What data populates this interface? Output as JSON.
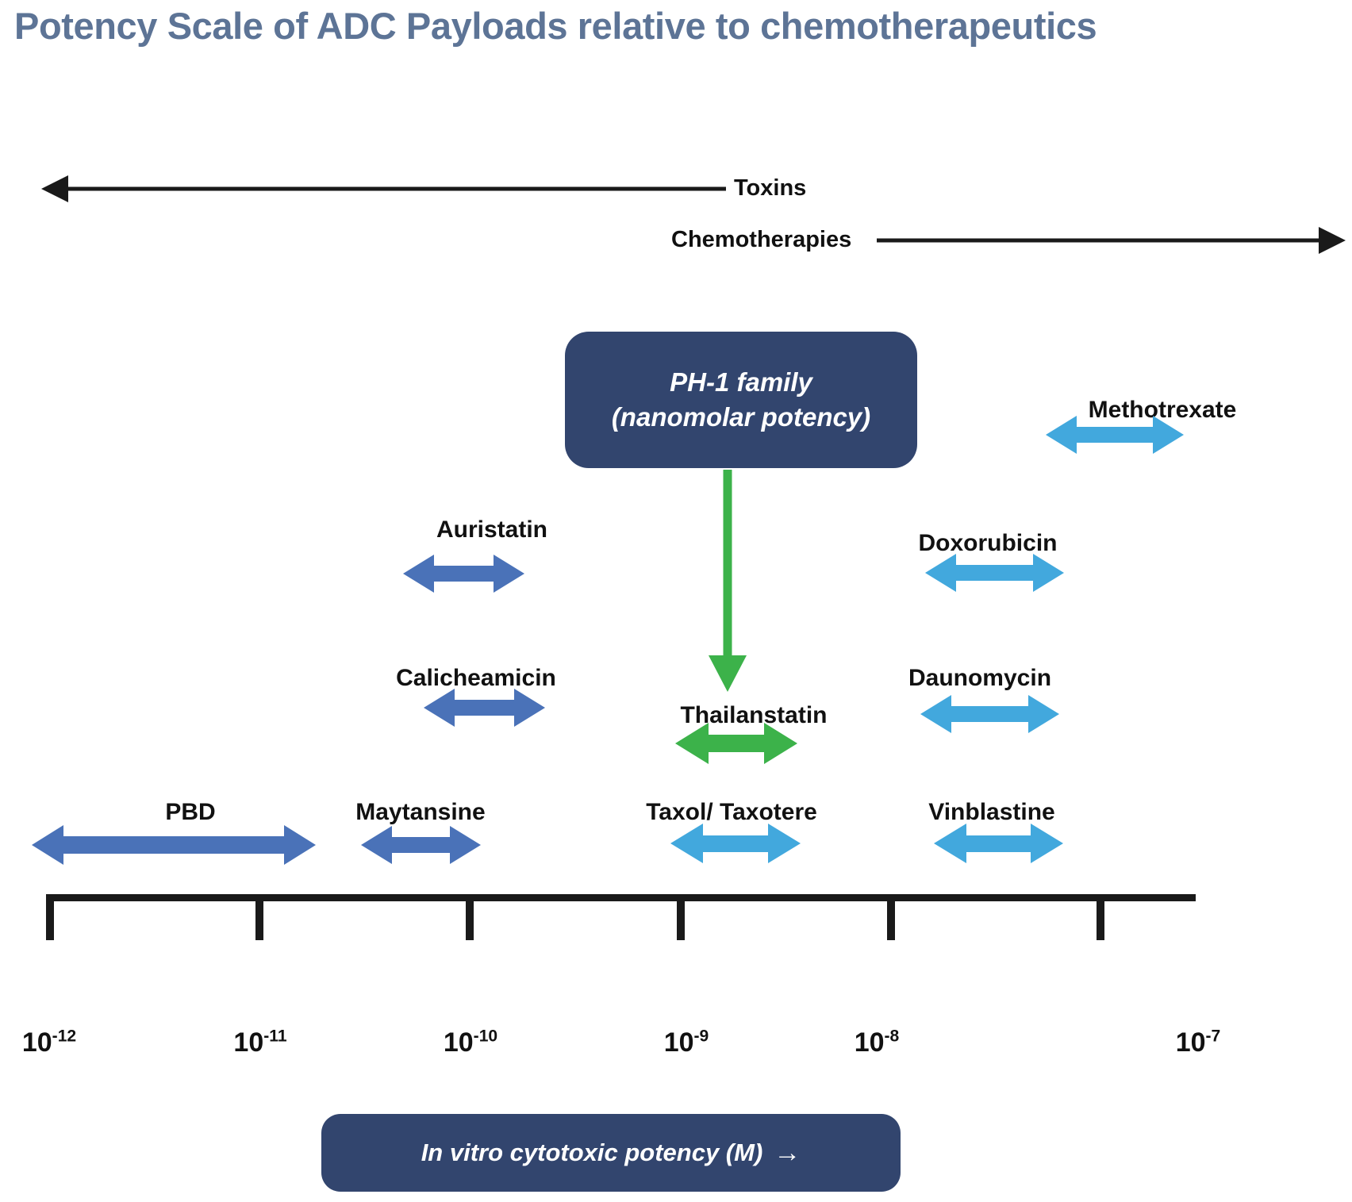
{
  "title": "Potency Scale of ADC Payloads relative to chemotherapeutics",
  "colors": {
    "title": "#5d7496",
    "navy_box": "#32456e",
    "adc_arrow_blue": "#4a72b8",
    "chemo_arrow_blue": "#42a8dd",
    "highlight_green": "#3cb24a",
    "axis_black": "#1a1a1a"
  },
  "header": {
    "toxins_label": "Toxins",
    "chemotherapies_label": "Chemotherapies"
  },
  "highlight_box": {
    "line1": "PH-1 family",
    "line2": "(nanomolar potency)"
  },
  "caption": {
    "text": "In vitro cytotoxic potency (M)",
    "arrow_glyph": "→"
  },
  "axis": {
    "label": "In vitro cytotoxic potency (M)",
    "ticks": [
      {
        "base": "10",
        "exponent": "-12"
      },
      {
        "base": "10",
        "exponent": "-11"
      },
      {
        "base": "10",
        "exponent": "-10"
      },
      {
        "base": "10",
        "exponent": "-9"
      },
      {
        "base": "10",
        "exponent": "-8"
      },
      {
        "base": "10",
        "exponent": "-7"
      }
    ]
  },
  "compounds": [
    {
      "name": "Methotrexate",
      "class": "chemotherapy",
      "color": "#42a8dd"
    },
    {
      "name": "Auristatin",
      "class": "adc-payload",
      "color": "#4a72b8"
    },
    {
      "name": "Doxorubicin",
      "class": "chemotherapy",
      "color": "#42a8dd"
    },
    {
      "name": "Calicheamicin",
      "class": "adc-payload",
      "color": "#4a72b8"
    },
    {
      "name": "Daunomycin",
      "class": "chemotherapy",
      "color": "#42a8dd"
    },
    {
      "name": "Thailanstatin",
      "class": "highlight",
      "color": "#3cb24a"
    },
    {
      "name": "PBD",
      "class": "adc-payload",
      "color": "#4a72b8"
    },
    {
      "name": "Maytansine",
      "class": "adc-payload",
      "color": "#4a72b8"
    },
    {
      "name": "Taxol/ Taxotere",
      "class": "chemotherapy",
      "color": "#42a8dd"
    },
    {
      "name": "Vinblastine",
      "class": "chemotherapy",
      "color": "#42a8dd"
    }
  ],
  "chart_data": {
    "type": "range",
    "title": "Potency Scale of ADC Payloads relative to chemotherapeutics",
    "xlabel": "In vitro cytotoxic potency (M)",
    "ylabel": "",
    "xscale": "log",
    "xlim": [
      1e-12,
      1e-07
    ],
    "xticks": [
      "10^-12",
      "10^-11",
      "10^-10",
      "10^-9",
      "10^-8",
      "10^-7"
    ],
    "grid": false,
    "legend": "none",
    "annotations": [
      "Toxins (arrow pointing left, toward higher potency)",
      "Chemotherapies (arrow pointing right, toward lower potency)",
      "PH-1 family (nanomolar potency) points to Thailanstatin"
    ],
    "series": [
      {
        "name": "PBD",
        "group": "ADC payload",
        "color": "#4a72b8",
        "range": [
          1e-12,
          2.5e-11
        ]
      },
      {
        "name": "Auristatin",
        "group": "ADC payload",
        "color": "#4a72b8",
        "range": [
          8e-11,
          2e-10
        ]
      },
      {
        "name": "Calicheamicin",
        "group": "ADC payload",
        "color": "#4a72b8",
        "range": [
          8e-11,
          2e-10
        ]
      },
      {
        "name": "Maytansine",
        "group": "ADC payload",
        "color": "#4a72b8",
        "range": [
          5.5e-11,
          1.6e-10
        ]
      },
      {
        "name": "Thailanstatin",
        "group": "PH-1 family",
        "color": "#3cb24a",
        "range": [
          1.1e-09,
          2.6e-09
        ]
      },
      {
        "name": "Taxol/ Taxotere",
        "group": "Chemotherapy",
        "color": "#42a8dd",
        "range": [
          1e-09,
          2.6e-09
        ]
      },
      {
        "name": "Doxorubicin",
        "group": "Chemotherapy",
        "color": "#42a8dd",
        "range": [
          1.6e-08,
          4.5e-08
        ]
      },
      {
        "name": "Daunomycin",
        "group": "Chemotherapy",
        "color": "#42a8dd",
        "range": [
          1.6e-08,
          4.5e-08
        ]
      },
      {
        "name": "Vinblastine",
        "group": "Chemotherapy",
        "color": "#42a8dd",
        "range": [
          1.6e-08,
          4.5e-08
        ]
      },
      {
        "name": "Methotrexate",
        "group": "Chemotherapy",
        "color": "#42a8dd",
        "range": [
          4e-08,
          1e-07
        ]
      }
    ]
  }
}
